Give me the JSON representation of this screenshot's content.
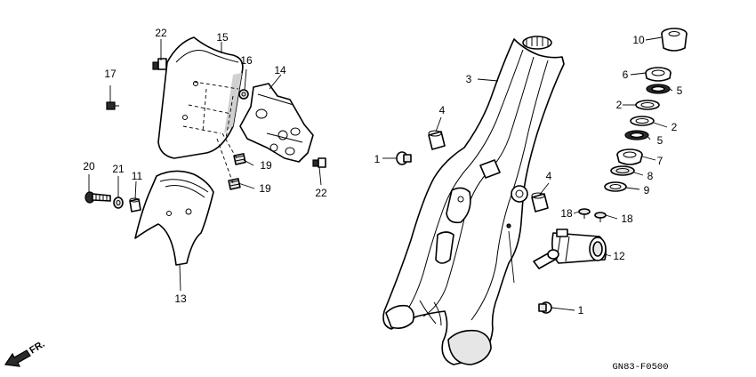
{
  "callouts": {
    "c1a": "1",
    "c1b": "1",
    "c2a": "2",
    "c2b": "2",
    "c3": "3",
    "c4a": "4",
    "c4b": "4",
    "c5a": "5",
    "c5b": "5",
    "c6": "6",
    "c7": "7",
    "c8": "8",
    "c9": "9",
    "c10": "10",
    "c11": "11",
    "c12": "12",
    "c13": "13",
    "c14": "14",
    "c15": "15",
    "c16": "16",
    "c17": "17",
    "c18a": "18",
    "c18b": "18",
    "c19a": "19",
    "c19b": "19",
    "c20": "20",
    "c21": "21",
    "c22a": "22",
    "c22b": "22"
  },
  "diagram_code": "GN83-F0500",
  "direction_label": "FR."
}
